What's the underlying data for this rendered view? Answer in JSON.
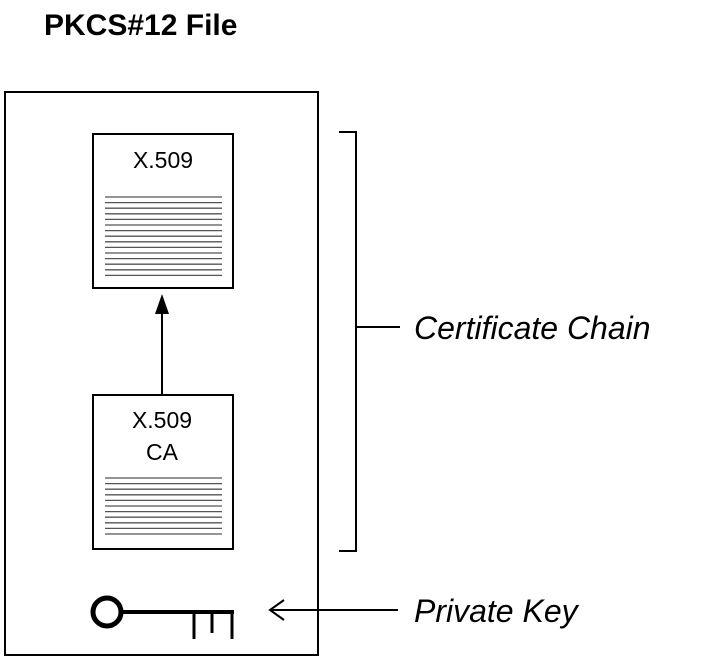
{
  "diagram": {
    "title": "PKCS#12 File",
    "top_cert": {
      "label": "X.509"
    },
    "ca_cert": {
      "line1": "X.509",
      "line2": "CA"
    },
    "chain_label": "Certificate Chain",
    "key_label": "Private Key"
  }
}
